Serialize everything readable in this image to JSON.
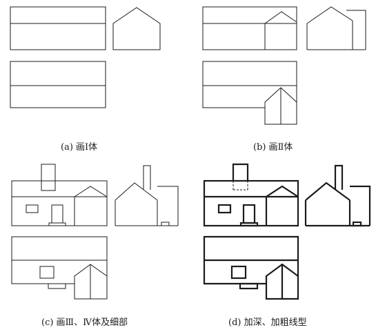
{
  "captions": {
    "a": "(a) 画Ⅰ体",
    "b": "(b) 画Ⅱ体",
    "c": "(c) 画Ⅲ、Ⅳ体及细部",
    "d": "(d) 加深、加粗线型"
  },
  "colors": {
    "line": "#1a1a1a",
    "background": "#ffffff"
  }
}
